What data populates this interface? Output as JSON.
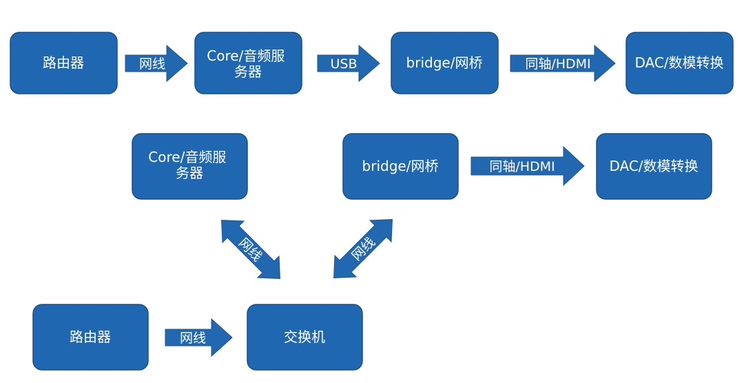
{
  "colors": {
    "node_fill": "#1F67B1",
    "node_stroke": "#184F8A",
    "arrow_fill": "#2268B0",
    "arrow_stroke": "#1A5590",
    "text": "#FFFFFF"
  },
  "flow_top": {
    "router": "路由器",
    "cable_1": "网线",
    "core_server_line1": "Core/音频服",
    "core_server_line2": "务器",
    "usb": "USB",
    "bridge": "bridge/网桥",
    "coax_hdmi": "同轴/HDMI",
    "dac": "DAC/数模转换"
  },
  "flow_bottom": {
    "core_server_line1": "Core/音频服",
    "core_server_line2": "务器",
    "bridge": "bridge/网桥",
    "coax_hdmi": "同轴/HDMI",
    "dac": "DAC/数模转换",
    "cable_core_switch": "网线",
    "cable_bridge_switch": "网线",
    "router": "路由器",
    "cable_router_switch": "网线",
    "switch": "交换机"
  }
}
